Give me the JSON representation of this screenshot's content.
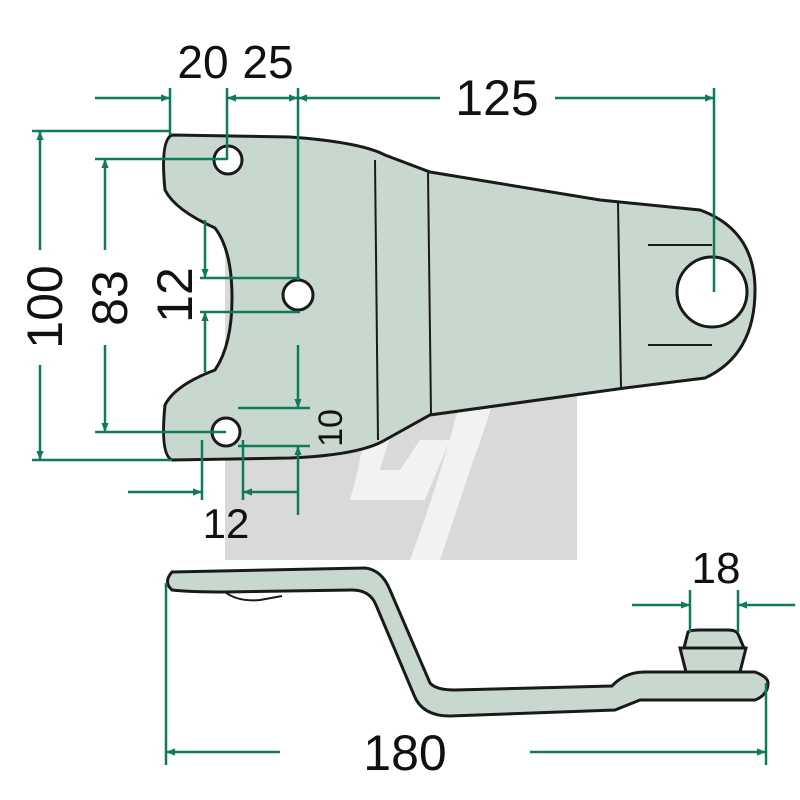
{
  "colors": {
    "dimension": "#0f7a5c",
    "outline": "#1a1a1a",
    "part_fill": "#c9d8cf",
    "watermark": "#d7d7d7"
  },
  "dimensions": {
    "d20": "20",
    "d25": "25",
    "d125": "125",
    "d100": "100",
    "d83": "83",
    "d12_vertical": "12",
    "d10": "10",
    "d12_bottom": "12",
    "d18": "18",
    "d180": "180"
  },
  "icons": {
    "watermark": "logo-watermark-icon"
  }
}
